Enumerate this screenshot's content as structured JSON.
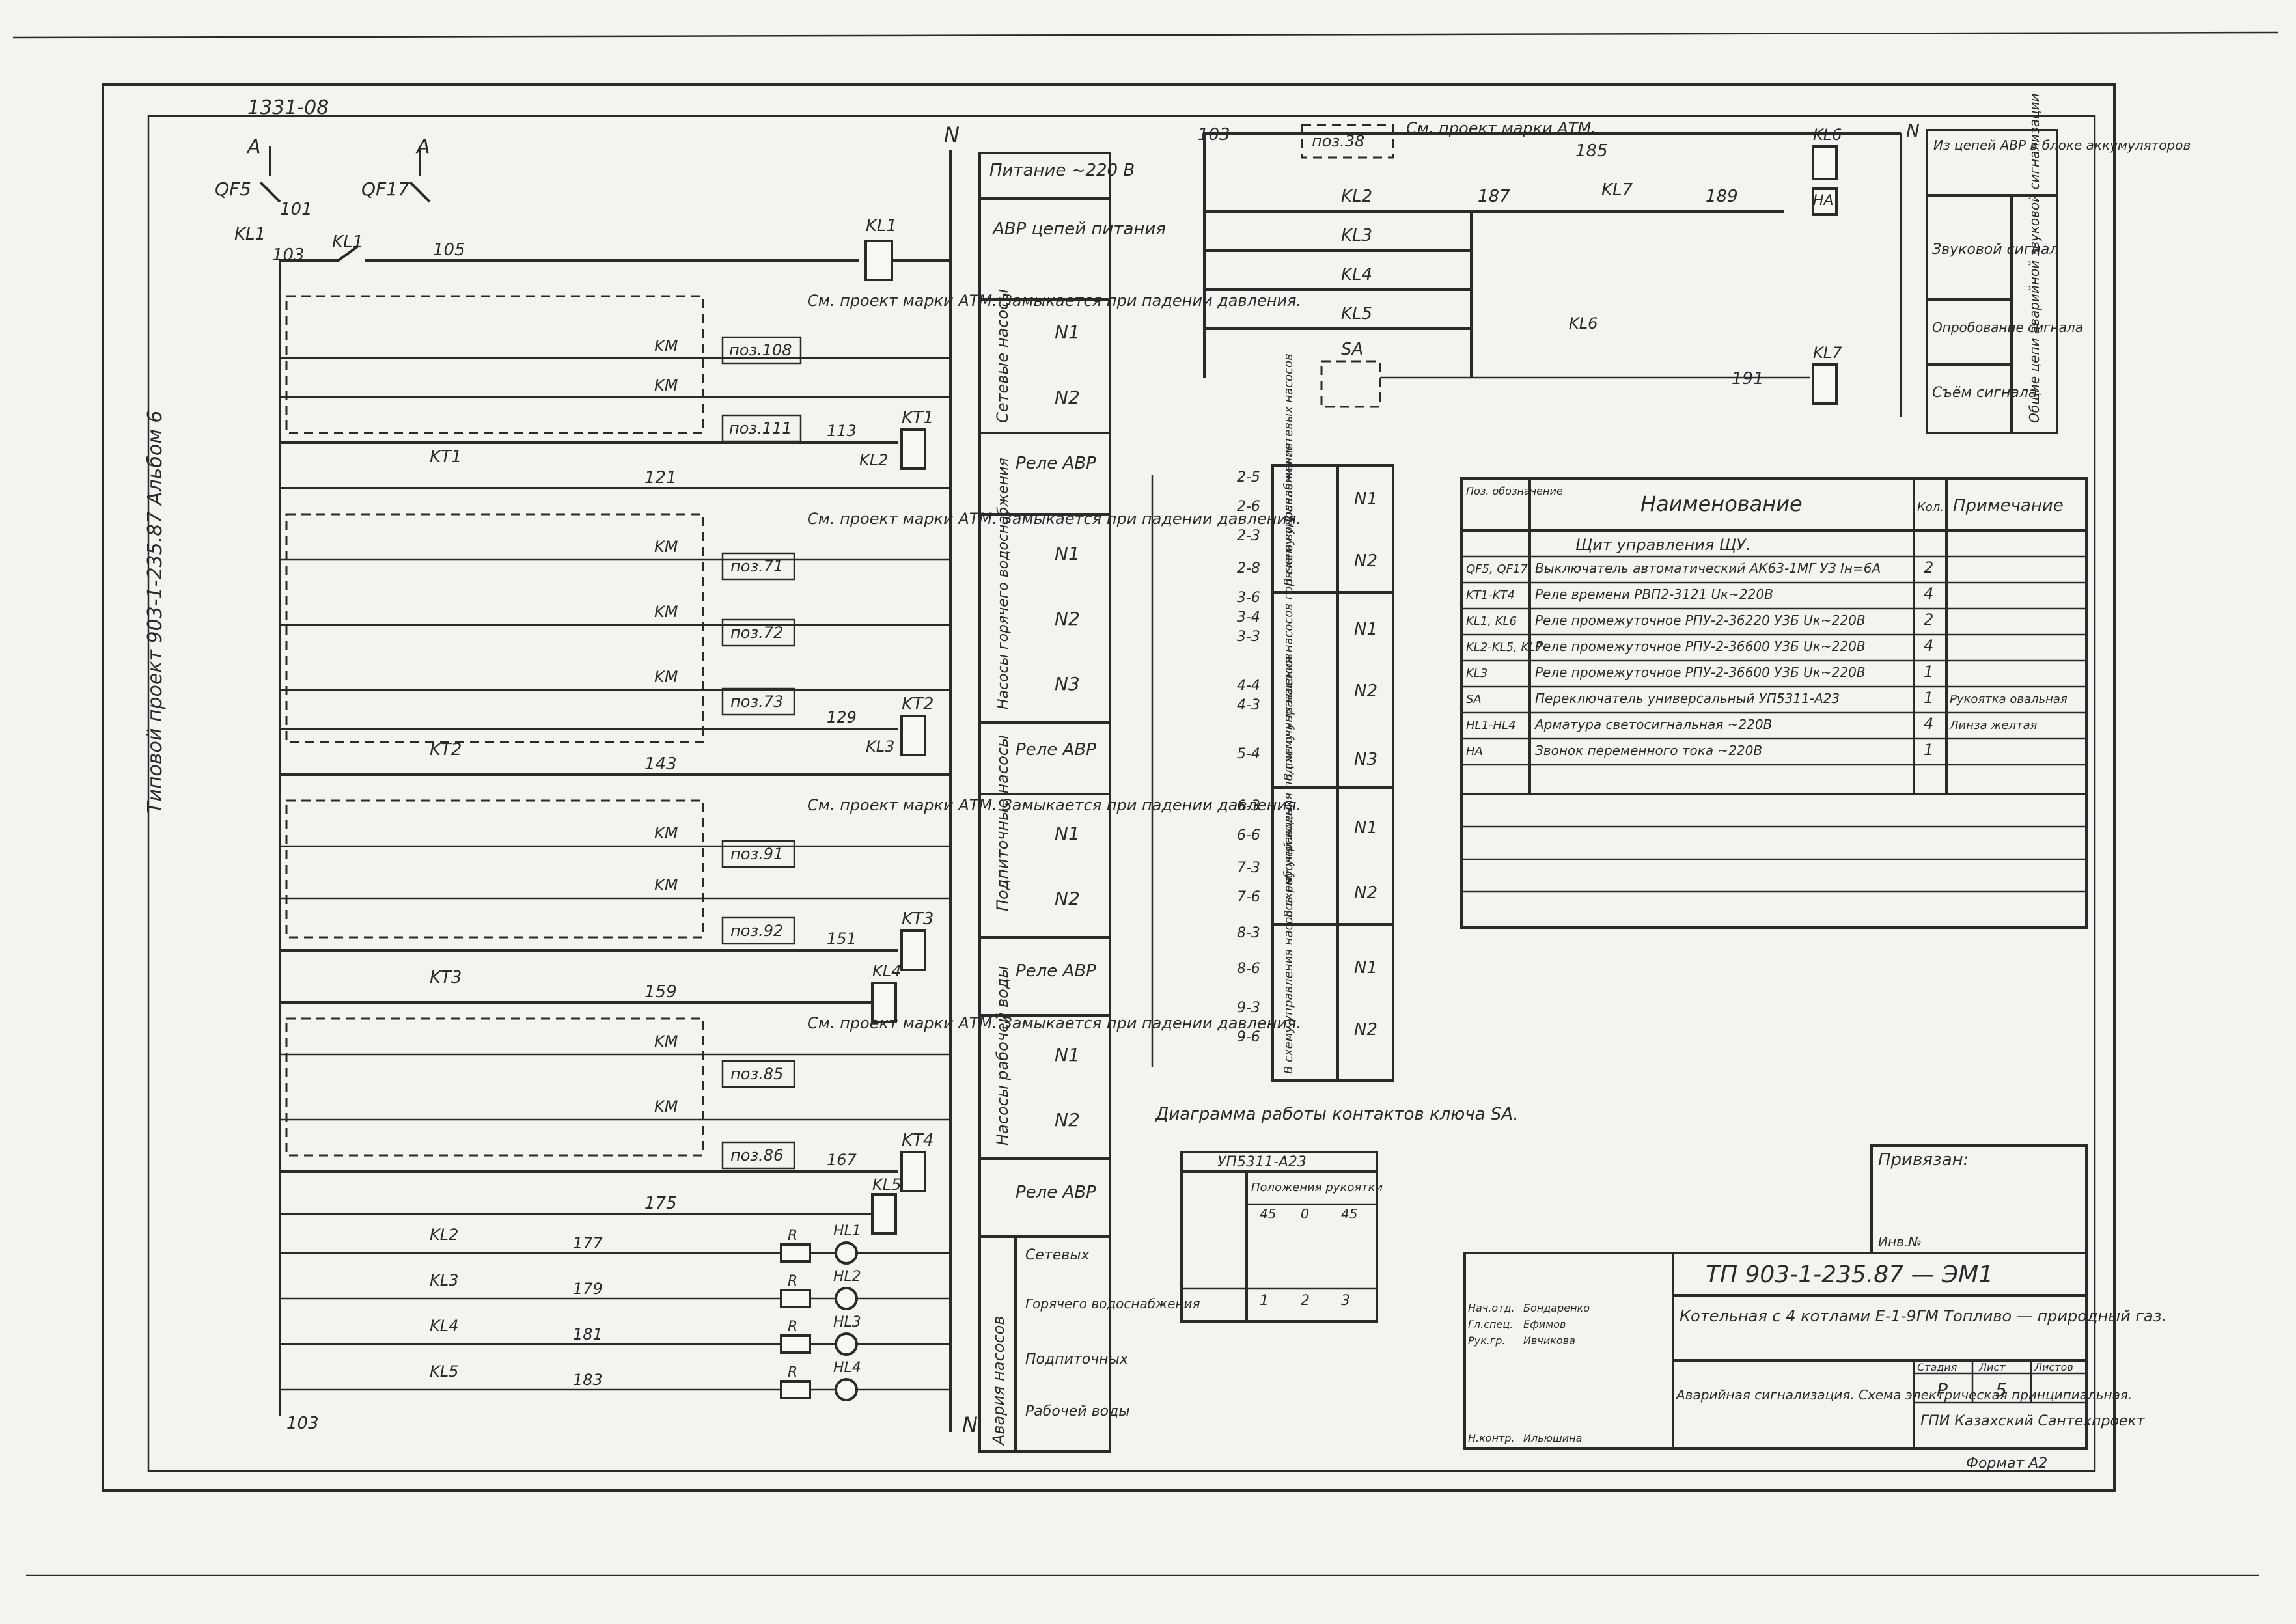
{
  "sheet": {
    "doc_number": "1331-08",
    "side_stamp": "Типовой проект 903-1-235.87 Альбом 6",
    "supply_label": "Питание ~220 В"
  },
  "wires": {
    "phase_left": "А",
    "phase_right": "А",
    "neutral_top": "N",
    "neutral_bottom": "N",
    "common": "103",
    "w101": "101",
    "w105": "105",
    "w121": "121",
    "w143": "143",
    "w159": "159",
    "w175": "175",
    "w177": "177",
    "w179": "179",
    "w181": "181",
    "w183": "183",
    "w113": "113",
    "w129": "129",
    "w151": "151",
    "w167": "167",
    "w185": "185",
    "w187": "187",
    "w189": "189",
    "w191": "191"
  },
  "devices": {
    "qf5": "QF5",
    "qf17": "QF17",
    "kl1": "KL1",
    "kl2": "KL2",
    "kl3": "KL3",
    "kl4": "KL4",
    "kl5": "KL5",
    "kl6": "KL6",
    "kl7": "KL7",
    "kt1": "KT1",
    "kt2": "KT2",
    "kt3": "KT3",
    "kt4": "KT4",
    "km": "KM",
    "sa": "SA",
    "ha": "HA",
    "hl1": "HL1",
    "hl2": "HL2",
    "hl3": "HL3",
    "hl4": "HL4",
    "r": "R"
  },
  "positions": {
    "p38": "поз.38",
    "p108": "поз.108",
    "p111": "поз.111",
    "p71": "поз.71",
    "p72": "поз.72",
    "p73": "поз.73",
    "p91": "поз.91",
    "p92": "поз.92",
    "p85": "поз.85",
    "p86": "поз.86"
  },
  "notes": {
    "atm_1": "См. проект марки АТМ. Замыкается при падении давления.",
    "atm_2": "См. проект марки АТМ. Замыкается при падении давления.",
    "atm_3": "См. проект марки АТМ. Замыкается при падении давления.",
    "atm_4": "См. проект марки АТМ. Замыкается при падении давления.",
    "atm_top": "См. проект марки АТМ."
  },
  "right_legend": {
    "rows": [
      {
        "group": "АВР цепей питания",
        "items": []
      },
      {
        "group": "Сетевые насосы",
        "items": [
          "N1",
          "N2"
        ]
      },
      {
        "group": "Реле АВР",
        "items": []
      },
      {
        "group": "Насосы горячего водоснабжения",
        "items": [
          "N1",
          "N2",
          "N3"
        ]
      },
      {
        "group": "Реле АВР",
        "items": []
      },
      {
        "group": "Подпиточные насосы",
        "items": [
          "N1",
          "N2"
        ]
      },
      {
        "group": "Реле АВР",
        "items": []
      },
      {
        "group": "Насосы рабочей воды",
        "items": [
          "N1",
          "N2"
        ]
      },
      {
        "group": "Реле АВР",
        "items": []
      }
    ],
    "alarm_title": "Авария насосов",
    "alarm_items": [
      "Сетевых",
      "Горячего водоснабжения",
      "Подпиточных",
      "Рабочей воды"
    ]
  },
  "sound_legend": {
    "header": "Из цепей АВР в блоке аккумуляторов",
    "rows": [
      "Звуковой сигнал",
      "Опробование сигнала",
      "Съём сигнала"
    ],
    "side": "Общие цепи аварийной звуковой сигнализации"
  },
  "terminals": {
    "labels": [
      "2-5",
      "2-6",
      "2-3",
      "2-8",
      "3-6",
      "3-4",
      "3-3",
      "4-4",
      "4-3",
      "5-4",
      "6-3",
      "6-6",
      "7-3",
      "7-6",
      "8-3",
      "8-6",
      "9-3",
      "9-6"
    ],
    "mid_groups": [
      "В схему управления сетевых насосов",
      "В схему управления насосов горячего водоснабжения",
      "В схему управления подпиточных насосов",
      "В схему управления насосов рабочей воды"
    ],
    "n_labels": [
      "N1",
      "N2",
      "N1",
      "N2",
      "N3",
      "N1",
      "N2",
      "N1",
      "N2"
    ]
  },
  "spec": {
    "headers": [
      "Поз. обозначение",
      "Наименование",
      "Кол.",
      "Примечание"
    ],
    "section": "Щит управления ЩУ.",
    "rows": [
      {
        "pos": "QF5, QF17",
        "name": "Выключатель автоматический АК63-1МГ УЗ Iн=6А",
        "qty": "2",
        "note": ""
      },
      {
        "pos": "KT1-KT4",
        "name": "Реле времени РВП2-3121 Uк~220В",
        "qty": "4",
        "note": ""
      },
      {
        "pos": "KL1, KL6",
        "name": "Реле промежуточное РПУ-2-36220 У3Б Uк~220В",
        "qty": "2",
        "note": ""
      },
      {
        "pos": "KL2-KL5, KL7",
        "name": "Реле промежуточное РПУ-2-36600 У3Б Uк~220В",
        "qty": "4",
        "note": ""
      },
      {
        "pos": "KL3",
        "name": "Реле промежуточное РПУ-2-36600 У3Б Uк~220В",
        "qty": "1",
        "note": ""
      },
      {
        "pos": "SA",
        "name": "Переключатель универсальный УП5311-А23",
        "qty": "1",
        "note": "Рукоятка овальная"
      },
      {
        "pos": "HL1-HL4",
        "name": "Арматура светосигнальная ~220В",
        "qty": "4",
        "note": "Линза желтая"
      },
      {
        "pos": "HA",
        "name": "Звонок переменного тока ~220В",
        "qty": "1",
        "note": ""
      }
    ]
  },
  "sa_diagram": {
    "title": "Диаграмма работы контактов ключа SA.",
    "switch": "УП5311-А23",
    "col_header": "Положения рукоятки",
    "angles": [
      "45",
      "0",
      "45"
    ],
    "contacts": [
      "1",
      "2",
      "3"
    ]
  },
  "title_block": {
    "attached": "Привязан:",
    "inv": "Инв.№",
    "code": "ТП 903-1-235.87 — ЭМ1",
    "object": "Котельная с 4 котлами Е-1-9ГМ Топливо — природный газ.",
    "sheet_title": "Аварийная сигнализация. Схема электрическая принципиальная.",
    "stage_h": "Стадия",
    "sheet_h": "Лист",
    "sheets_h": "Листов",
    "stage": "Р",
    "sheet": "5",
    "org": "ГПИ Казахский Сантехпроект",
    "format": "Формат А2",
    "people": [
      {
        "role": "Нач.отд.",
        "name": "Бондаренко"
      },
      {
        "role": "Гл.спец.",
        "name": "Ефимов"
      },
      {
        "role": "Рук.гр.",
        "name": "Ивчикова"
      },
      {
        "role": "Н.контр.",
        "name": "Ильюшина"
      }
    ]
  }
}
